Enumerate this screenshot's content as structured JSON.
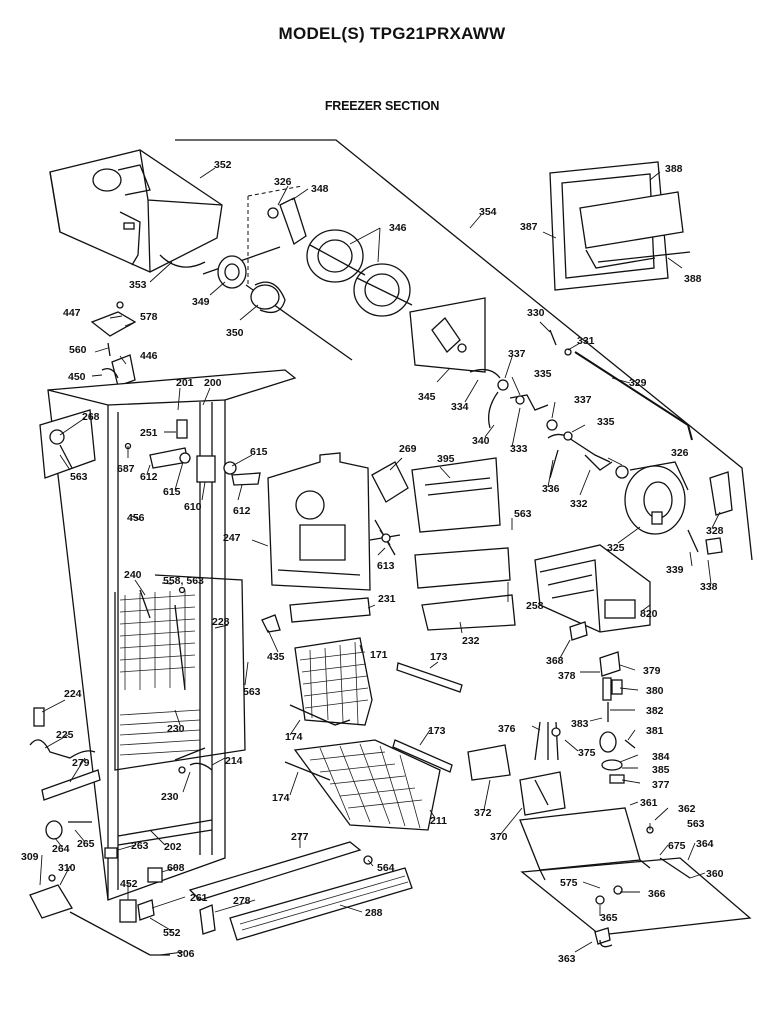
{
  "header": {
    "model_title": "MODEL(S) TPG21PRXAWW",
    "section_title": "FREEZER SECTION"
  },
  "callouts": {
    "c352": "352",
    "c326a": "326",
    "c348": "348",
    "c346": "346",
    "c354": "354",
    "c388a": "388",
    "c387": "387",
    "c388b": "388",
    "c353": "353",
    "c349": "349",
    "c350": "350",
    "c447": "447",
    "c578": "578",
    "c560": "560",
    "c446": "446",
    "c450": "450",
    "c201": "201",
    "c200": "200",
    "c268": "268",
    "c563a": "563",
    "c251": "251",
    "c687": "687",
    "c612a": "612",
    "c615a": "615",
    "c615b": "615",
    "c610": "610",
    "c612b": "612",
    "c345": "345",
    "c330": "330",
    "c331": "331",
    "c337a": "337",
    "c335a": "335",
    "c329": "329",
    "c334": "334",
    "c340": "340",
    "c333": "333",
    "c337b": "337",
    "c335b": "335",
    "c326b": "326",
    "c269": "269",
    "c395": "395",
    "c336": "336",
    "c332": "332",
    "c456": "456",
    "c247": "247",
    "c563b": "563",
    "c328": "328",
    "c325": "325",
    "c613": "613",
    "c339": "339",
    "c338": "338",
    "c240": "240",
    "c558_563": "558, 563",
    "c231": "231",
    "c258": "258",
    "c820": "820",
    "c228": "228",
    "c232": "232",
    "c435": "435",
    "c171": "171",
    "c173a": "173",
    "c368": "368",
    "c379": "379",
    "c378": "378",
    "c563c": "563",
    "c380": "380",
    "c224": "224",
    "c382": "382",
    "c376": "376",
    "c383": "383",
    "c381": "381",
    "c225": "225",
    "c230a": "230",
    "c174a": "174",
    "c173b": "173",
    "c375": "375",
    "c384": "384",
    "c214": "214",
    "c385": "385",
    "c279": "279",
    "c377": "377",
    "c230b": "230",
    "c174b": "174",
    "c211": "211",
    "c372": "372",
    "c361": "361",
    "c362": "362",
    "c563d": "563",
    "c370": "370",
    "c265": "265",
    "c264": "264",
    "c202": "202",
    "c277": "277",
    "c675": "675",
    "c364": "364",
    "c263": "263",
    "c309": "309",
    "c608": "608",
    "c310": "310",
    "c564": "564",
    "c452": "452",
    "c575": "575",
    "c360": "360",
    "c261": "261",
    "c366": "366",
    "c278": "278",
    "c288": "288",
    "c365": "365",
    "c552": "552",
    "c306": "306",
    "c363": "363"
  }
}
